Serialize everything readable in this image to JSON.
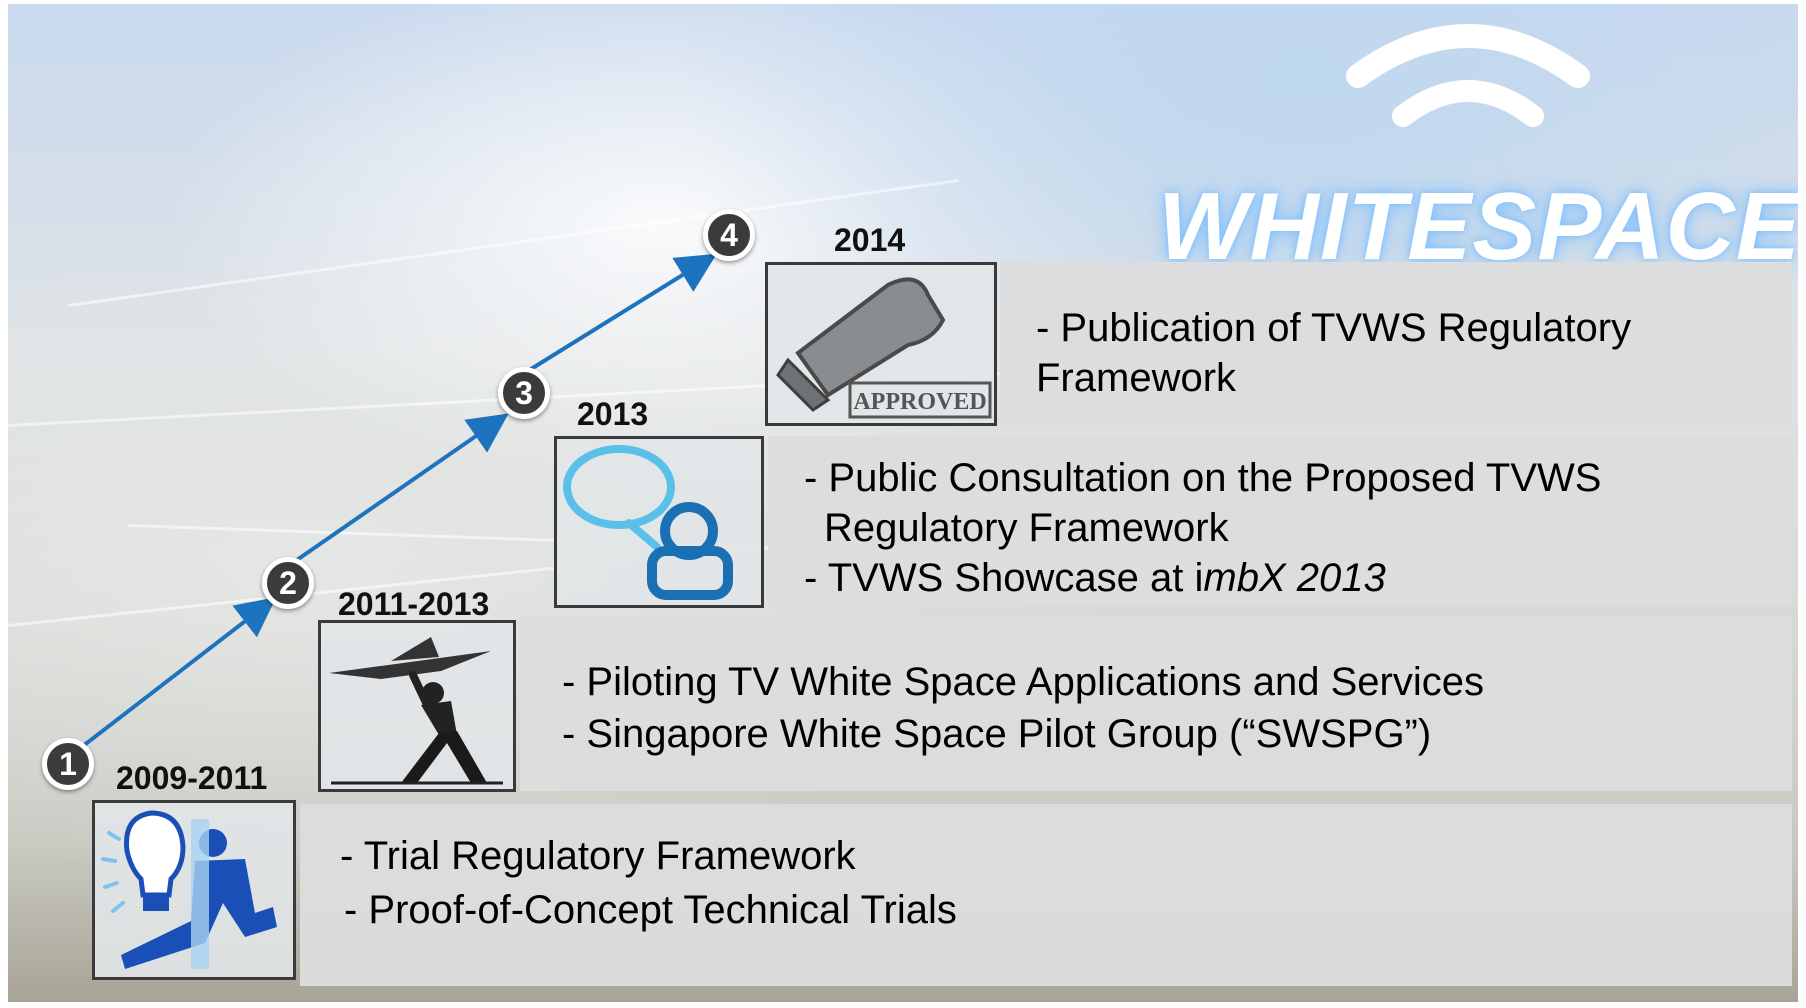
{
  "brand": {
    "wordmark": "WHITESPACE",
    "icon": "wifi-signal-icon"
  },
  "colors": {
    "arrow": "#1e73be",
    "glow": "#7ebeff",
    "box": "#dddddd",
    "circle": "#3b3b3b"
  },
  "steps": [
    {
      "number": "1",
      "period": "2009-2011",
      "icon": "lightbulb-person-icon",
      "lines": [
        "- Trial Regulatory Framework",
        "- Proof-of-Concept Technical Trials"
      ]
    },
    {
      "number": "2",
      "period": "2011-2013",
      "icon": "paper-plane-thrower-icon",
      "lines": [
        "- Piloting TV White Space Applications and Services",
        "- Singapore White Space Pilot Group (“SWSPG”)"
      ]
    },
    {
      "number": "3",
      "period": "2013",
      "icon": "speech-bubble-user-icon",
      "lines": [
        "- Public Consultation on the Proposed TVWS",
        "Regulatory Framework",
        "- TVWS Showcase at i",
        "mbX 2013"
      ]
    },
    {
      "number": "4",
      "period": "2014",
      "icon": "approved-stamp-icon",
      "stamp_text": "APPROVED",
      "lines": [
        "- Publication of TVWS Regulatory",
        "Framework"
      ]
    }
  ]
}
